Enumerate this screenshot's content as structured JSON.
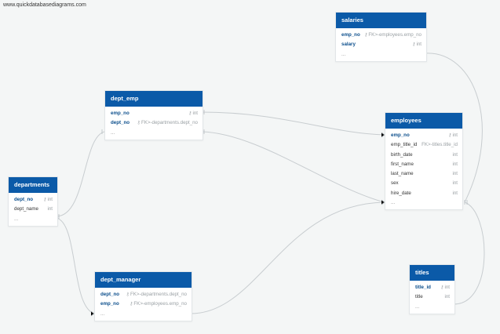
{
  "watermark": "www.quickdatabasediagrams.com",
  "link_color": "#c8cdd0",
  "header_color": "#0b5aa8",
  "tables": {
    "salaries": {
      "title": "salaries",
      "rows": [
        {
          "name": "emp_no",
          "type": "FK>-employees.emp_no"
        },
        {
          "name": "salary",
          "type": "int"
        },
        {
          "name": "..."
        }
      ]
    },
    "dept_emp": {
      "title": "dept_emp",
      "rows": [
        {
          "name": "emp_no",
          "type": "int"
        },
        {
          "name": "dept_no",
          "type": "FK>-departments.dept_no"
        },
        {
          "name": "..."
        }
      ]
    },
    "employees": {
      "title": "employees",
      "rows": [
        {
          "name": "emp_no",
          "type": "int"
        },
        {
          "name": "emp_title_id",
          "type": "FK>-titles.title_id"
        },
        {
          "name": "birth_date",
          "type": "int"
        },
        {
          "name": "first_name",
          "type": "int"
        },
        {
          "name": "last_name",
          "type": "int"
        },
        {
          "name": "sex",
          "type": "int"
        },
        {
          "name": "hire_date",
          "type": "int"
        },
        {
          "name": "..."
        }
      ]
    },
    "departments": {
      "title": "departments",
      "rows": [
        {
          "name": "dept_no",
          "type": "int"
        },
        {
          "name": "dept_name",
          "type": "int"
        },
        {
          "name": "..."
        }
      ]
    },
    "dept_manager": {
      "title": "dept_manager",
      "rows": [
        {
          "name": "dept_no",
          "type": "FK>-departments.dept_no"
        },
        {
          "name": "emp_no",
          "type": "FK>-employees.emp_no"
        },
        {
          "name": "..."
        }
      ]
    },
    "titles": {
      "title": "titles",
      "rows": [
        {
          "name": "title_id",
          "type": "int"
        },
        {
          "name": "title",
          "type": "int"
        },
        {
          "name": "..."
        }
      ]
    }
  }
}
